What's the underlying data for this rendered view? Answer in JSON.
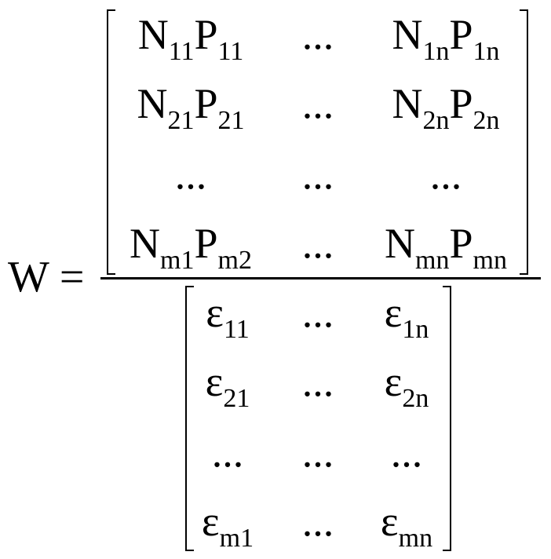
{
  "lhs": "W =",
  "numerator": {
    "rows": [
      [
        [
          {
            "b": "N",
            "s": "11"
          },
          {
            "b": "P",
            "s": "11"
          }
        ],
        [
          {
            "b": "...",
            "s": ""
          }
        ],
        [
          {
            "b": "N",
            "s": "1n"
          },
          {
            "b": "P",
            "s": "1n"
          }
        ]
      ],
      [
        [
          {
            "b": "N",
            "s": "21"
          },
          {
            "b": "P",
            "s": "21"
          }
        ],
        [
          {
            "b": "...",
            "s": ""
          }
        ],
        [
          {
            "b": "N",
            "s": "2n"
          },
          {
            "b": "P",
            "s": "2n"
          }
        ]
      ],
      [
        [
          {
            "b": "...",
            "s": ""
          }
        ],
        [
          {
            "b": "...",
            "s": ""
          }
        ],
        [
          {
            "b": "...",
            "s": ""
          }
        ]
      ],
      [
        [
          {
            "b": "N",
            "s": "m1"
          },
          {
            "b": "P",
            "s": "m2"
          }
        ],
        [
          {
            "b": "...",
            "s": ""
          }
        ],
        [
          {
            "b": "N",
            "s": "mn"
          },
          {
            "b": "P",
            "s": "mn"
          }
        ]
      ]
    ]
  },
  "denominator": {
    "rows": [
      [
        [
          {
            "b": "ε",
            "s": "11"
          }
        ],
        [
          {
            "b": "...",
            "s": ""
          }
        ],
        [
          {
            "b": "ε",
            "s": "1n"
          }
        ]
      ],
      [
        [
          {
            "b": "ε",
            "s": "21"
          }
        ],
        [
          {
            "b": "...",
            "s": ""
          }
        ],
        [
          {
            "b": "ε",
            "s": "2n"
          }
        ]
      ],
      [
        [
          {
            "b": "...",
            "s": ""
          }
        ],
        [
          {
            "b": "...",
            "s": ""
          }
        ],
        [
          {
            "b": "...",
            "s": ""
          }
        ]
      ],
      [
        [
          {
            "b": "ε",
            "s": "m1"
          }
        ],
        [
          {
            "b": "...",
            "s": ""
          }
        ],
        [
          {
            "b": "ε",
            "s": "mn"
          }
        ]
      ]
    ]
  }
}
